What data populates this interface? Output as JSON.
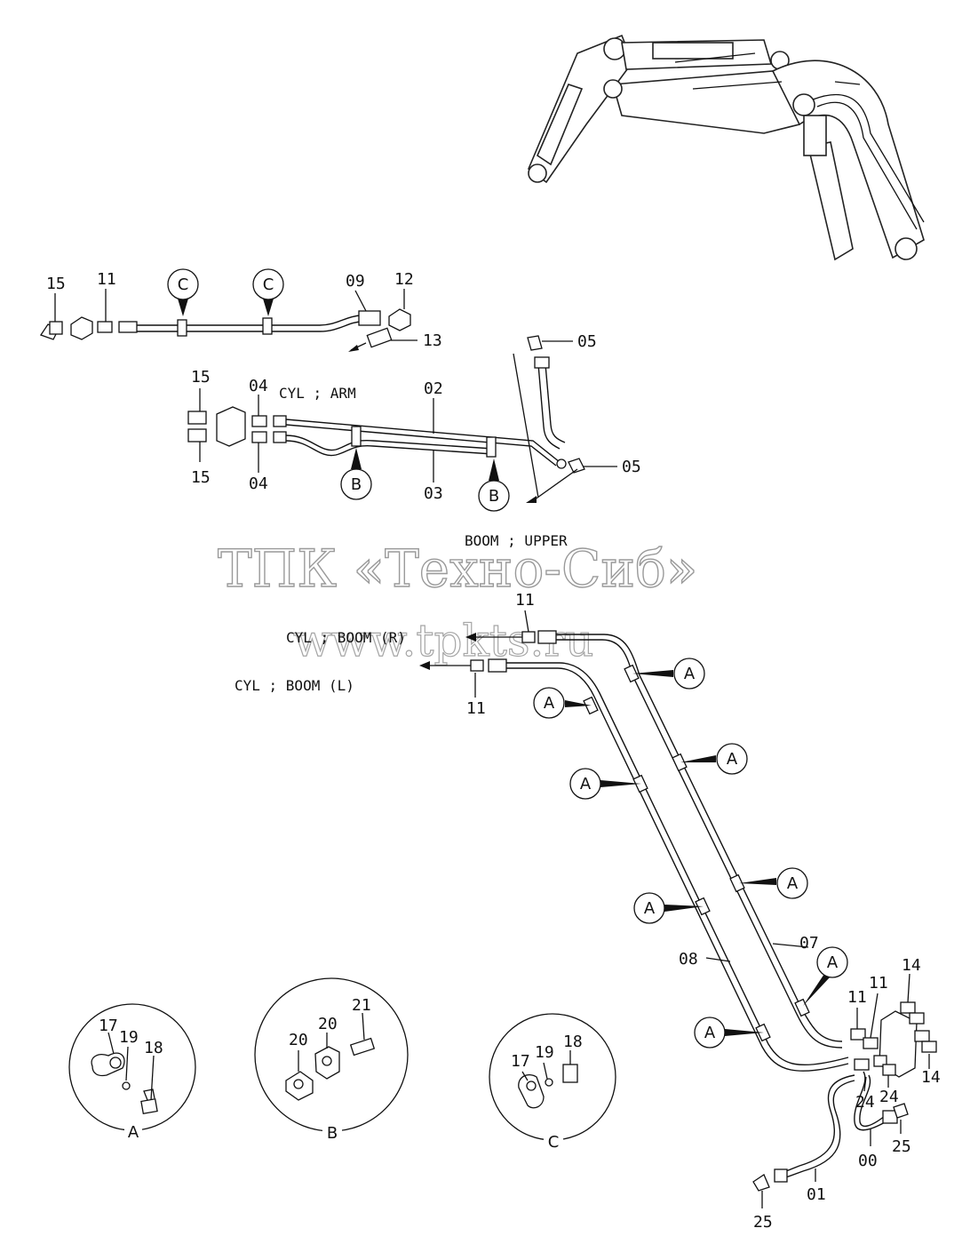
{
  "watermark": {
    "line1": "ТПК «Техно-Сиб»",
    "line2": "www.tpkts.ru"
  },
  "captions": {
    "cyl_arm": "CYL ; ARM",
    "boom_upper": "BOOM ; UPPER",
    "cyl_boom_r": "CYL ; BOOM (R)",
    "cyl_boom_l": "CYL ; BOOM (L)"
  },
  "ref_markers": {
    "a": "A",
    "b": "B",
    "c": "C"
  },
  "detail_captions": {
    "a": "A",
    "b": "B",
    "c": "C"
  },
  "part_labels": [
    {
      "id": "p15a",
      "text": "15"
    },
    {
      "id": "p11a",
      "text": "11"
    },
    {
      "id": "p09",
      "text": "09"
    },
    {
      "id": "p12",
      "text": "12"
    },
    {
      "id": "p13",
      "text": "13"
    },
    {
      "id": "p05a",
      "text": "05"
    },
    {
      "id": "p15b",
      "text": "15"
    },
    {
      "id": "p04a",
      "text": "04"
    },
    {
      "id": "p02",
      "text": "02"
    },
    {
      "id": "p15c",
      "text": "15"
    },
    {
      "id": "p04b",
      "text": "04"
    },
    {
      "id": "p03",
      "text": "03"
    },
    {
      "id": "p05b",
      "text": "05"
    },
    {
      "id": "p11b",
      "text": "11"
    },
    {
      "id": "p11c",
      "text": "11"
    },
    {
      "id": "p07",
      "text": "07"
    },
    {
      "id": "p08",
      "text": "08"
    },
    {
      "id": "p14a",
      "text": "14"
    },
    {
      "id": "p11d",
      "text": "11"
    },
    {
      "id": "p11e",
      "text": "11"
    },
    {
      "id": "p14b",
      "text": "14"
    },
    {
      "id": "p24a",
      "text": "24"
    },
    {
      "id": "p24b",
      "text": "24"
    },
    {
      "id": "p25a",
      "text": "25"
    },
    {
      "id": "p00",
      "text": "00"
    },
    {
      "id": "p01",
      "text": "01"
    },
    {
      "id": "p25b",
      "text": "25"
    },
    {
      "id": "p17a",
      "text": "17"
    },
    {
      "id": "p19a",
      "text": "19"
    },
    {
      "id": "p18a",
      "text": "18"
    },
    {
      "id": "p20a",
      "text": "20"
    },
    {
      "id": "p20b",
      "text": "20"
    },
    {
      "id": "p21",
      "text": "21"
    },
    {
      "id": "p17c",
      "text": "17"
    },
    {
      "id": "p19c",
      "text": "19"
    },
    {
      "id": "p18c",
      "text": "18"
    }
  ]
}
